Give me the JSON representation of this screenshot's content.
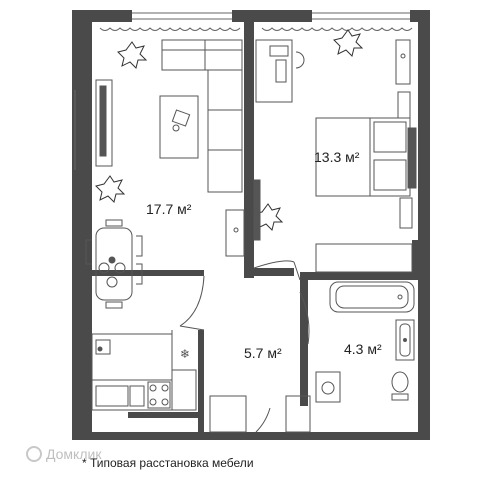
{
  "rooms": [
    {
      "area": "17.7 м²"
    },
    {
      "area": "13.3 м²"
    },
    {
      "area": "5.7 м²"
    },
    {
      "area": "4.3 м²"
    }
  ],
  "footnote": "* Типовая расстановка мебели",
  "watermark": "Домклик",
  "colors": {
    "wall": "#4a4a4a",
    "furniture": "#555555",
    "accent": "#2b2b2b"
  }
}
